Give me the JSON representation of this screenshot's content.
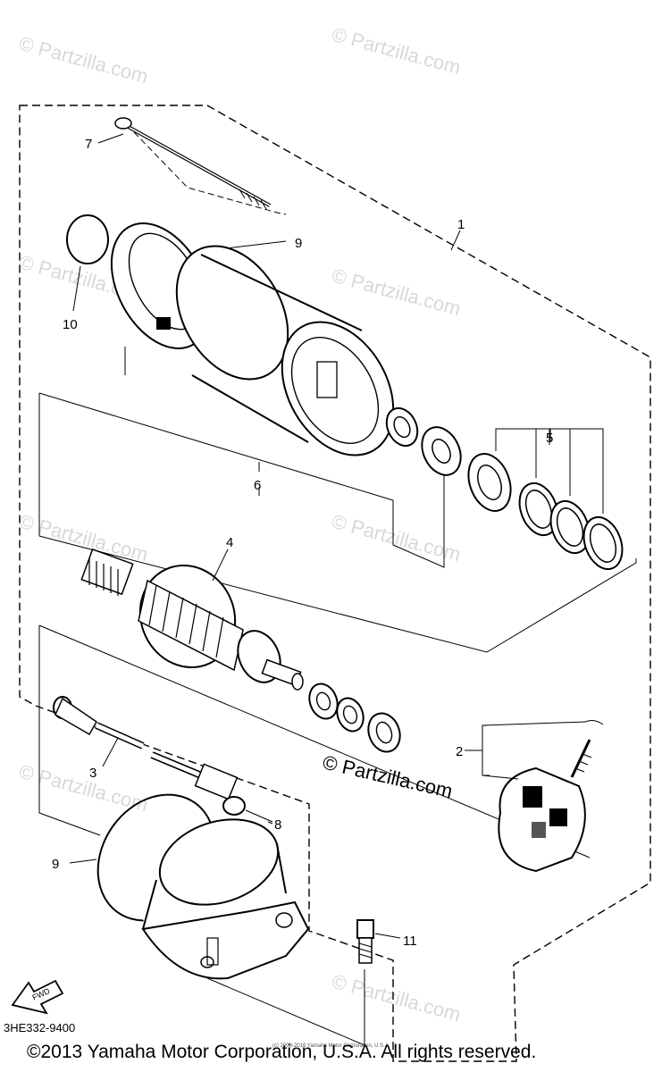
{
  "watermark": {
    "repeat_text": "© Partzilla.com",
    "center_text": "© Partzilla.com"
  },
  "callouts": {
    "c1": "1",
    "c2": "2",
    "c3": "3",
    "c4": "4",
    "c5": "5",
    "c6": "6",
    "c7": "7",
    "c8": "8",
    "c9a": "9",
    "c9b": "9",
    "c10": "10",
    "c11": "11"
  },
  "fwd_label": "FWD",
  "diagram_code": "3HE332-9400",
  "copyright": "©2013 Yamaha Motor Corporation, U.S.A. All rights reserved.",
  "tiny_notice": "(c) 2009-2016 Yamaha Motor Corporation, U.S.A."
}
